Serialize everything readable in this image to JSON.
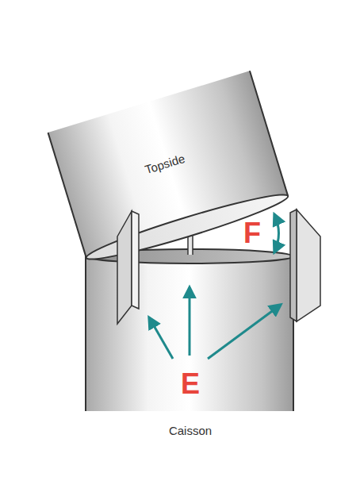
{
  "diagram": {
    "nodes": [
      {
        "text": [
          "Topside"
        ]
      },
      {
        "text": [
          "Caisson"
        ]
      }
    ],
    "labels": [
      "F",
      "E"
    ]
  }
}
